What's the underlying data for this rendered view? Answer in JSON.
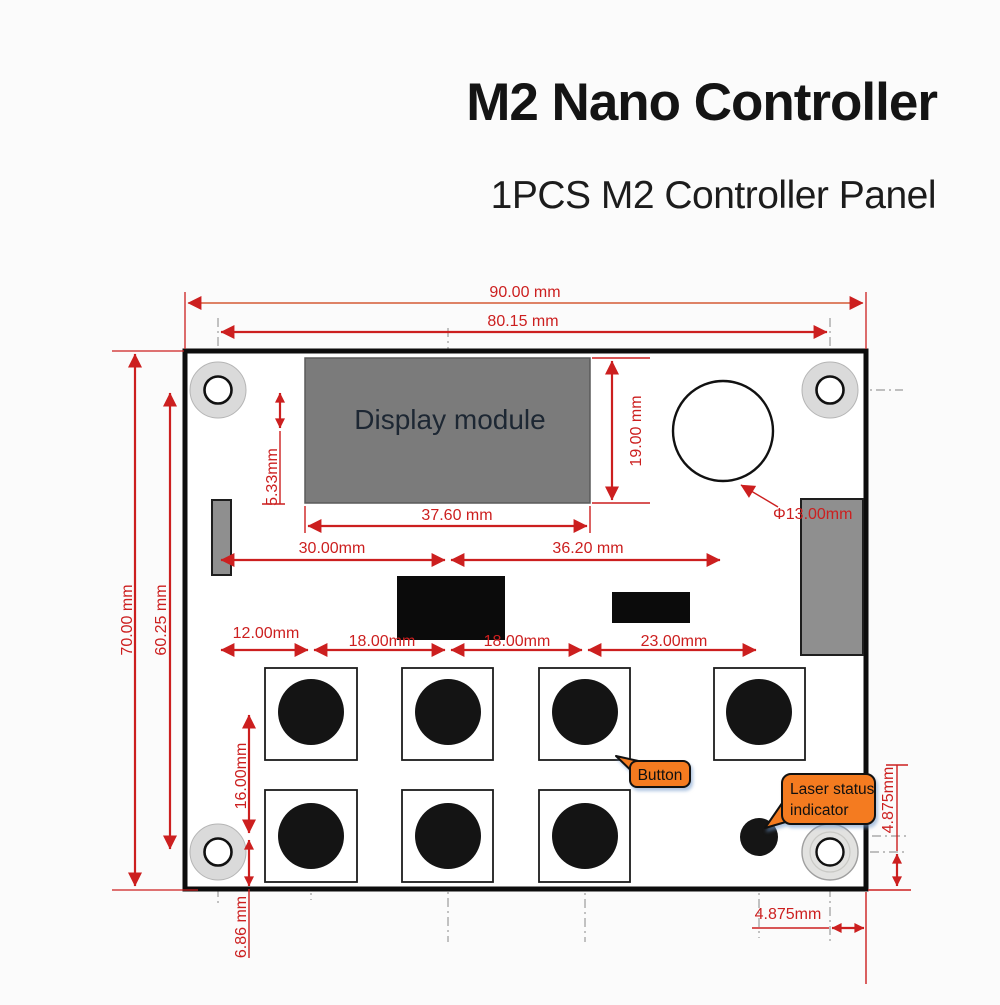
{
  "header": {
    "title": "M2 Nano Controller",
    "subtitle": "1PCS M2 Controller Panel"
  },
  "diagram": {
    "display_module_label": "Display module",
    "callouts": {
      "button": "Button",
      "laser_line1": "Laser status",
      "laser_line2": "indicator"
    },
    "dimensions": {
      "board_width": "90.00 mm",
      "mount_hole_span_x": "80.15 mm",
      "board_height": "70.00 mm",
      "mount_hole_span_y": "60.25 mm",
      "display_center_offset": "5.33mm",
      "display_height": "19.00 mm",
      "display_width": "37.60 mm",
      "hole_to_board_center": "30.00mm",
      "center_to_circle": "36.20 mm",
      "circle_diameter": "Φ13.00mm",
      "hole_to_col1": "12.00mm",
      "col1_to_col2": "18.00mm",
      "col2_to_col3": "18.00mm",
      "col3_to_col4": "23.00mm",
      "button_row_spacing": "16.00mm",
      "row2_to_bottom_edge": "6.86 mm",
      "hole_to_bottom_edge": "4.875mm",
      "hole_to_right_edge": "4.875mm"
    },
    "colors": {
      "dimension_red": "#cc1f1f",
      "callout_orange": "#f47b20",
      "display_gray": "#7b7b7b",
      "panel_border": "#0d0d0d"
    }
  }
}
